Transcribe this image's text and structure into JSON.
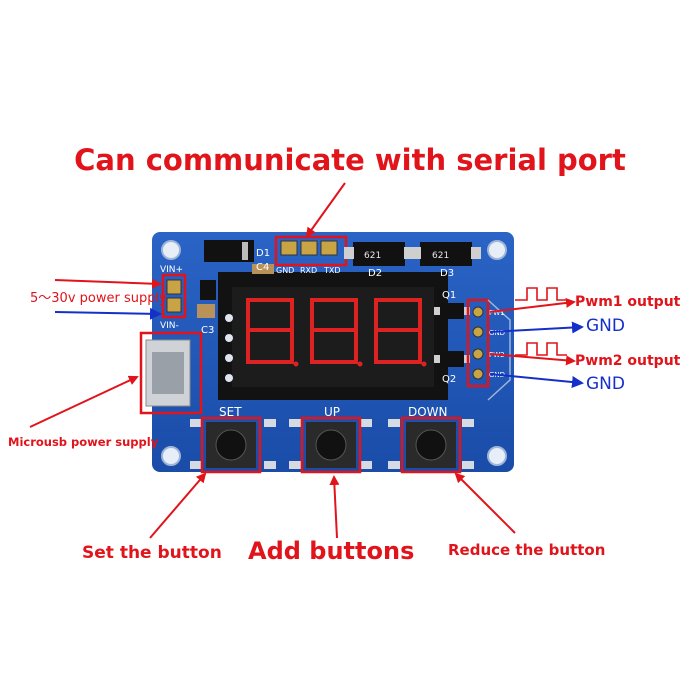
{
  "title": "Can communicate with serial port",
  "board": {
    "serial_pins": [
      "GND",
      "RXD",
      "TXD"
    ],
    "components": [
      "D1",
      "C4",
      "D2",
      "D3",
      "C3",
      "Q1",
      "Q2"
    ],
    "diode_marking": "621",
    "power_pins": [
      "VIN+",
      "VIN-"
    ],
    "output_pins": [
      "PW1",
      "GND",
      "PW2",
      "GND"
    ],
    "buttons": [
      "SET",
      "UP",
      "DOWN"
    ]
  },
  "annotations": {
    "power_supply": "5～30v power supply",
    "microusb": "Microusb power supply",
    "pwm1": "Pwm1 output",
    "gnd1": "GND",
    "pwm2": "Pwm2 output",
    "gnd2": "GND",
    "set": "Set the button",
    "add": "Add buttons",
    "reduce": "Reduce the button"
  },
  "colors": {
    "callout": "#e0141a",
    "ground_arrow": "#1530c8",
    "pcb": "#1f56b8",
    "display_segments": "#dd2222"
  }
}
